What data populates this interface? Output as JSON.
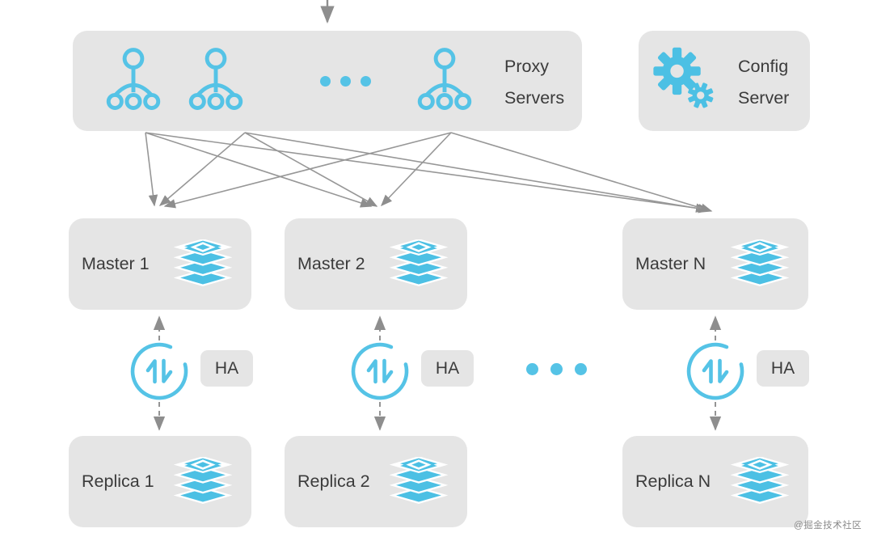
{
  "page": {
    "watermark": "@掘金技术社区"
  },
  "colors": {
    "accent_blue": "#55c3e6",
    "box_gray": "#e5e5e5",
    "arrow_gray": "#8e8e8e",
    "text_dark": "#3b3b3b"
  },
  "icons": {
    "proxy_node": "tree-node-icon",
    "config": "gears-icon",
    "database": "redis-stack-icon",
    "ha_sync": "sync-circle-icon",
    "ellipsis": "ellipsis-dots-icon"
  },
  "proxy_box": {
    "line1": "Proxy",
    "line2": "Servers"
  },
  "config_box": {
    "line1": "Config",
    "line2": "Server"
  },
  "masters": [
    {
      "label": "Master 1"
    },
    {
      "label": "Master 2"
    },
    {
      "label": "Master N"
    }
  ],
  "ha": {
    "label": "HA"
  },
  "replicas": [
    {
      "label": "Replica 1"
    },
    {
      "label": "Replica 2"
    },
    {
      "label": "Replica N"
    }
  ]
}
